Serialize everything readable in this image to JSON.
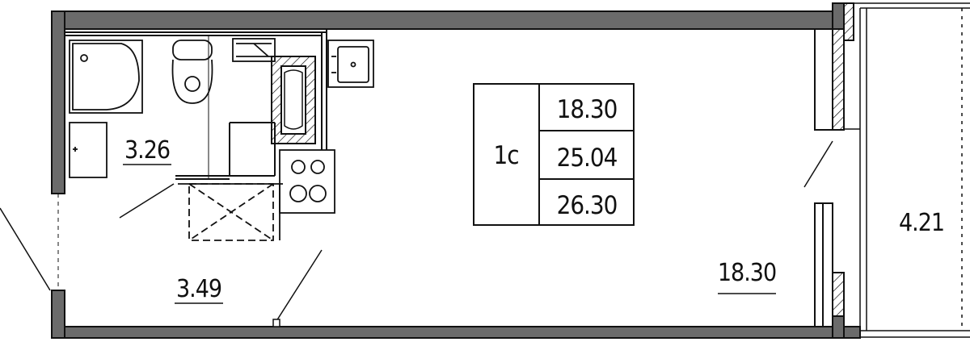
{
  "plan": {
    "legend": {
      "type_label": "1с",
      "living_area": "18.30",
      "total_area": "25.04",
      "total_area_with_balcony": "26.30"
    },
    "rooms": {
      "bathroom_area": "3.26",
      "hallway_area": "3.49",
      "main_room_area": "18.30",
      "balcony_area": "4.21"
    },
    "colors": {
      "wall_fill": "#6b6b6b",
      "line": "#111111",
      "background": "#ffffff"
    }
  }
}
